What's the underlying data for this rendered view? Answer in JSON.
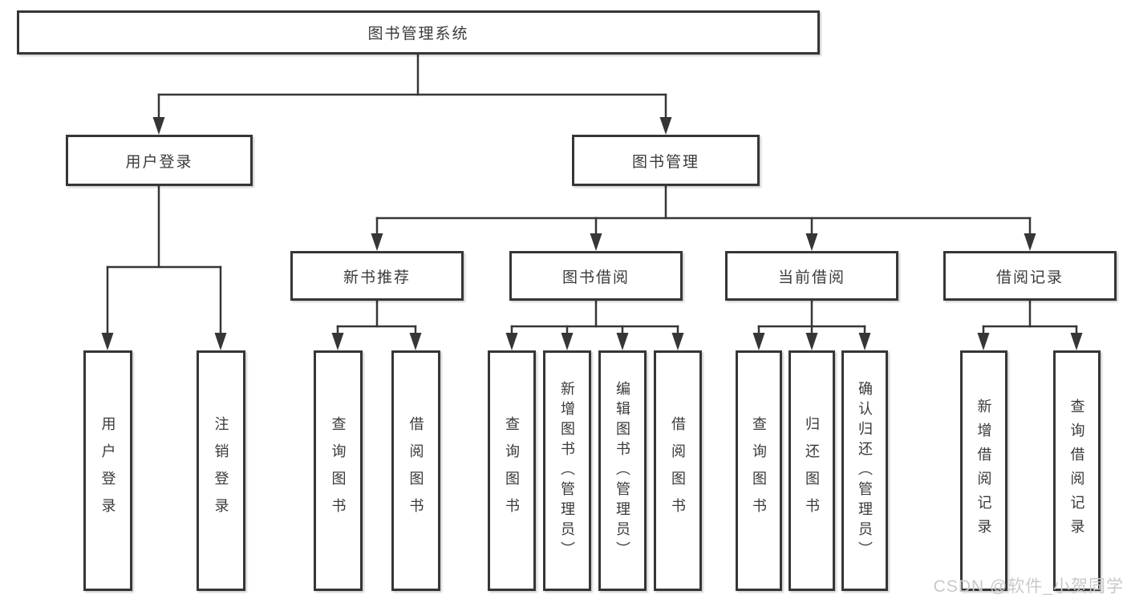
{
  "diagram": {
    "title": "图书管理系统",
    "branches": [
      {
        "label": "用户登录",
        "children": [
          {
            "label": "用户登录"
          },
          {
            "label": "注销登录"
          }
        ]
      },
      {
        "label": "图书管理",
        "children": [
          {
            "label": "新书推荐",
            "children": [
              {
                "label": "查询图书"
              },
              {
                "label": "借阅图书"
              }
            ]
          },
          {
            "label": "图书借阅",
            "children": [
              {
                "label": "查询图书"
              },
              {
                "label": "新增图书（管理员）"
              },
              {
                "label": "编辑图书（管理员）"
              },
              {
                "label": "借阅图书"
              }
            ]
          },
          {
            "label": "当前借阅",
            "children": [
              {
                "label": "查询图书"
              },
              {
                "label": "归还图书"
              },
              {
                "label": "确认归还（管理员）"
              }
            ]
          },
          {
            "label": "借阅记录",
            "children": [
              {
                "label": "新增借阅记录"
              },
              {
                "label": "查询借阅记录"
              }
            ]
          }
        ]
      }
    ]
  },
  "watermark": {
    "text": "CSDN @软件_小贺同学"
  },
  "colors": {
    "line": "#363636",
    "text": "#3a3a3a",
    "box_bg": "#ffffff",
    "watermark": "#c9c9c9"
  }
}
